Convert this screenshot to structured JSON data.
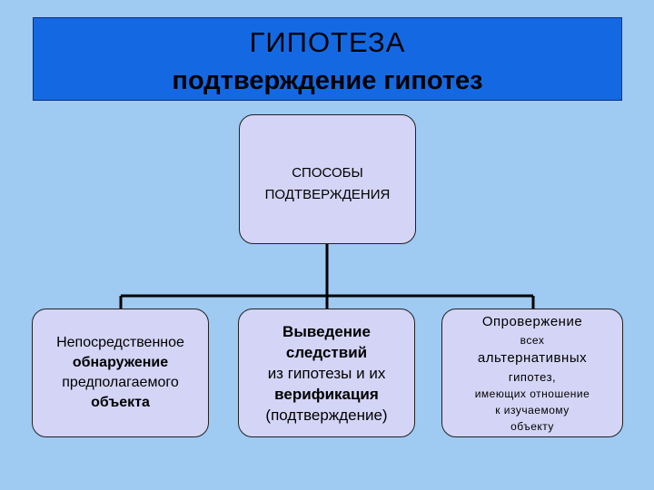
{
  "title": {
    "main": "ГИПОТЕЗА",
    "subtitle": "подтверждение гипотез"
  },
  "root": {
    "line1": "СПОСОБЫ",
    "line2": "ПОДТВЕРЖДЕНИЯ"
  },
  "method1": {
    "line1": "Непосредственное",
    "line2": "обнаружение",
    "line3": "предполагаемого",
    "line4": "объекта"
  },
  "method2": {
    "line1": "Выведение",
    "line2": "следствий",
    "line3": "из гипотезы и их",
    "line4": "верификация",
    "line5": "(подтверждение)"
  },
  "method3": {
    "line1": "Опровержение",
    "line2": "всех",
    "line3": "альтернативных",
    "line4": "гипотез,",
    "line5": "имеющих отношение",
    "line6": "к изучаемому",
    "line7": "объекту"
  },
  "colors": {
    "background": "#9fcaf1",
    "title_bar": "#1469e3",
    "box_fill": "#d4d4f6"
  }
}
